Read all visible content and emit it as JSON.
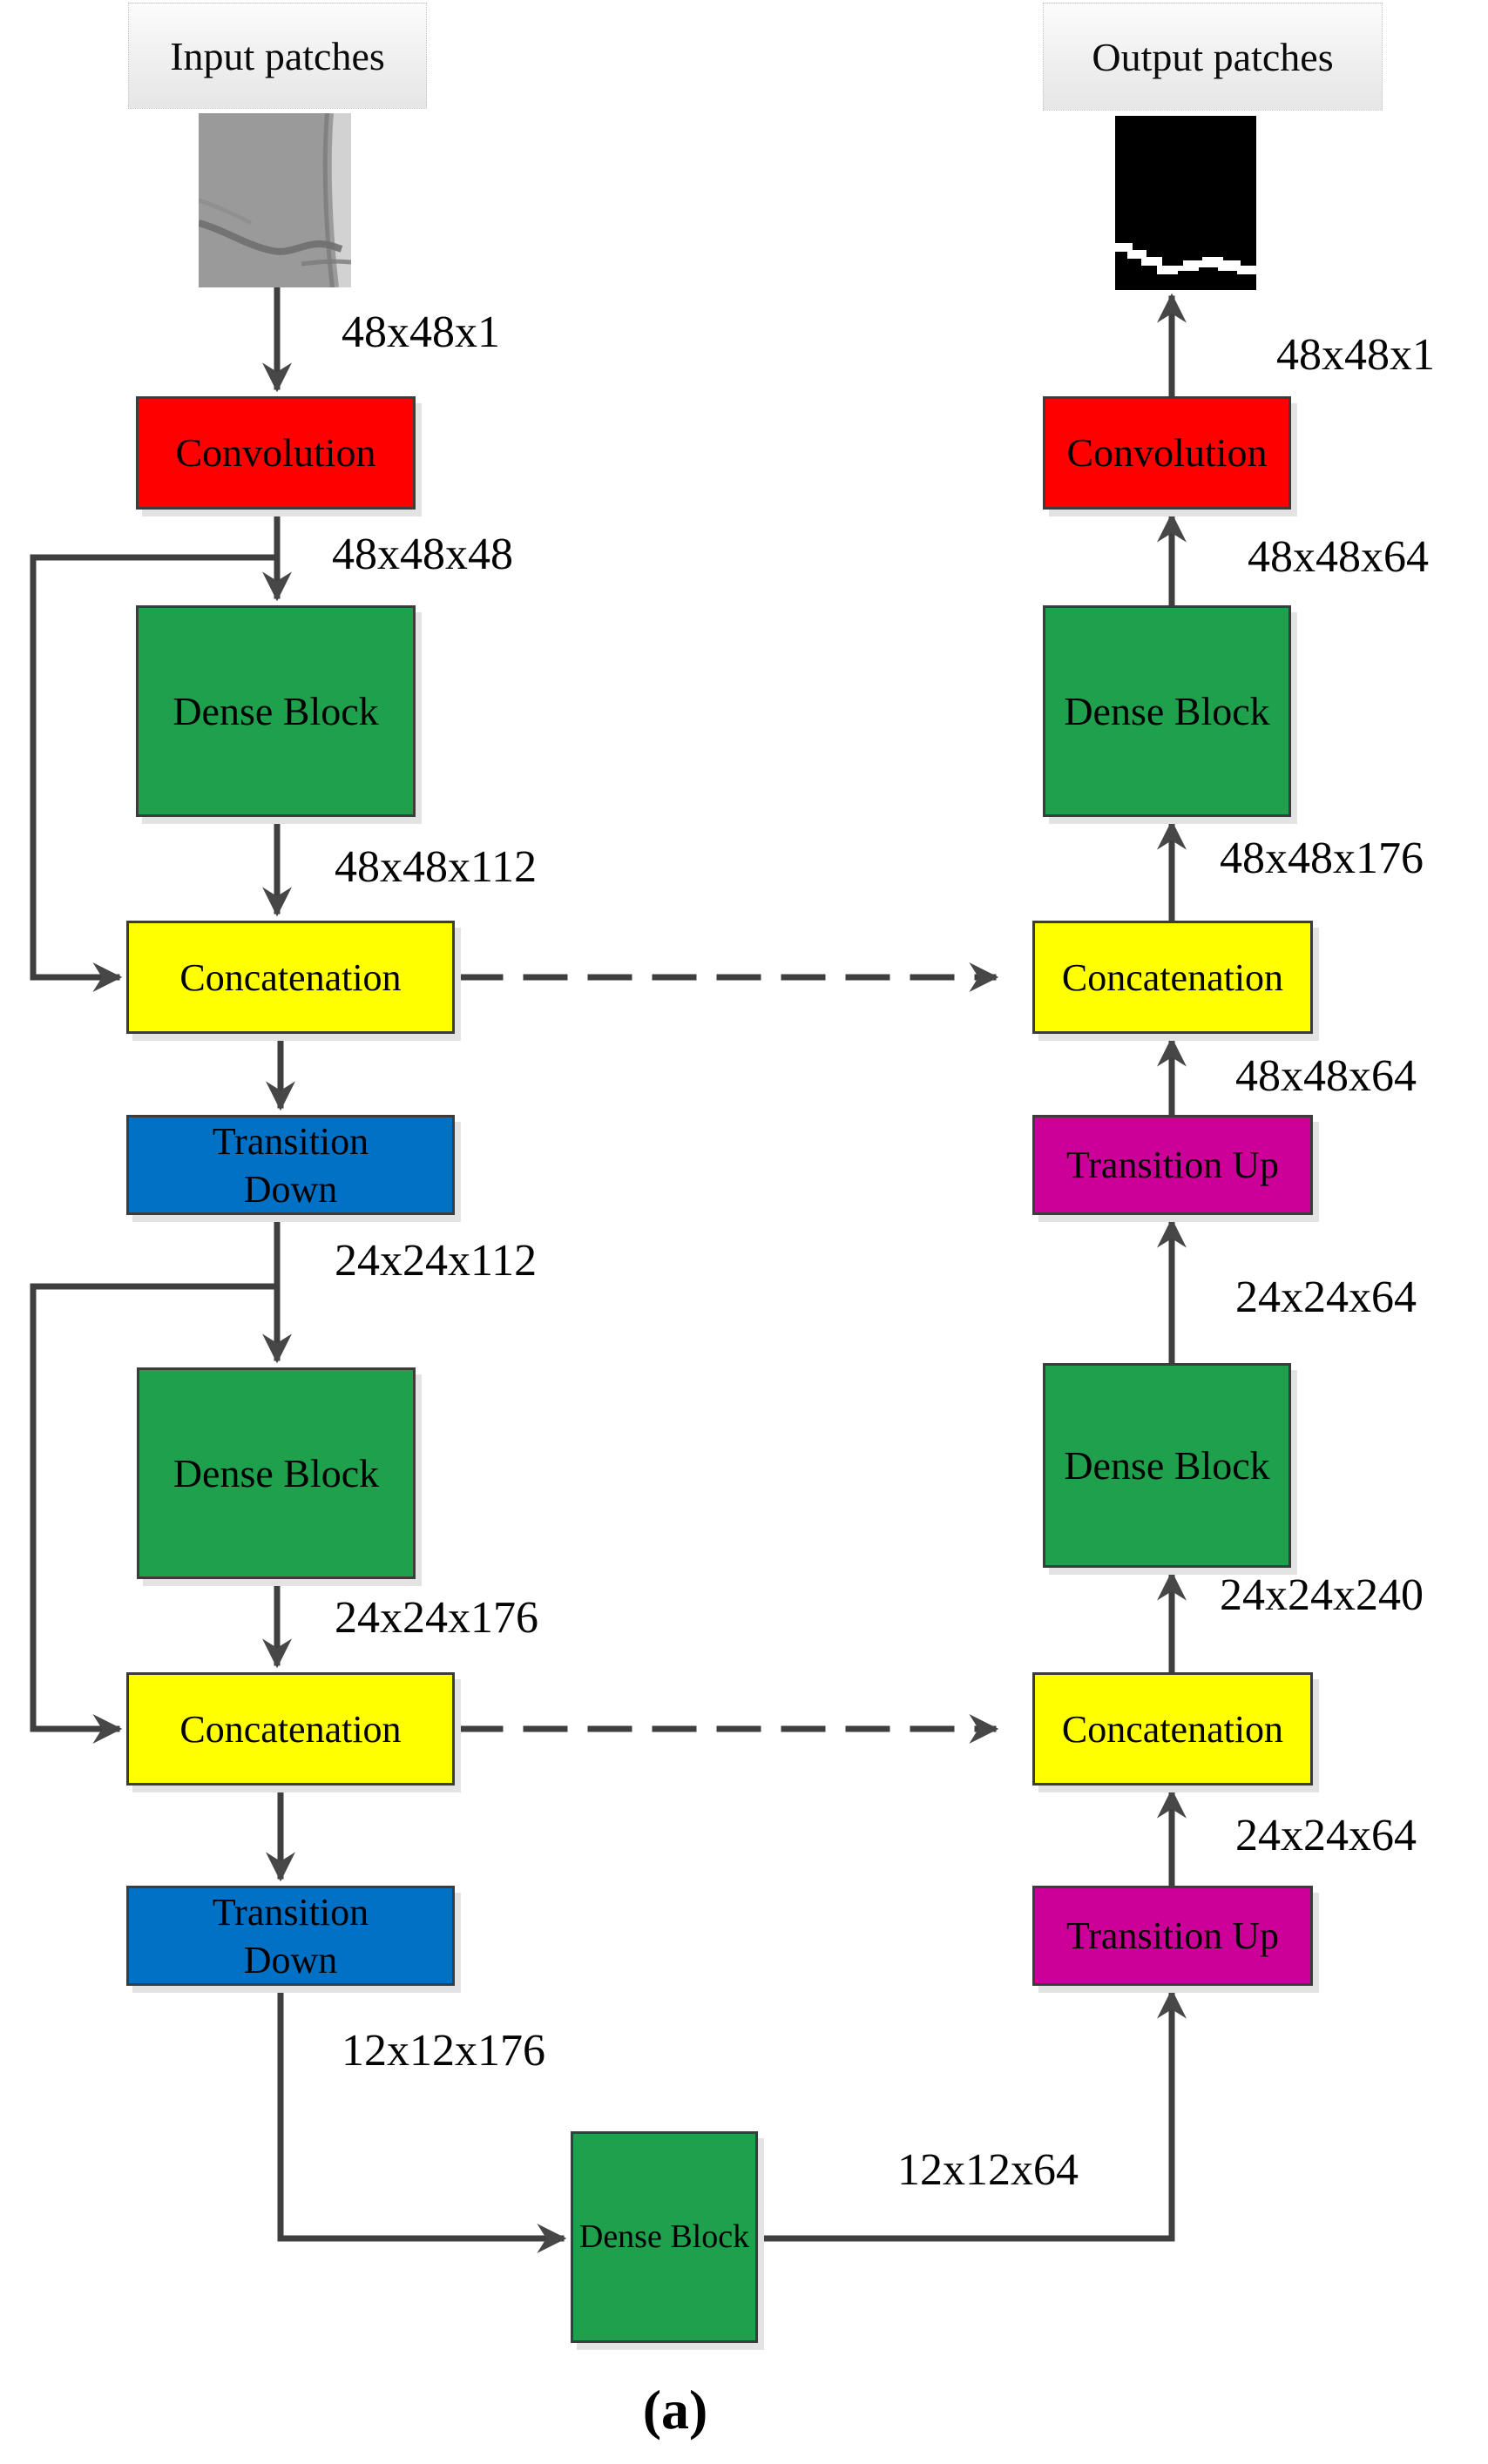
{
  "headers": {
    "input": "Input patches",
    "output": "Output patches"
  },
  "blocks": {
    "conv_left": "Convolution",
    "dense_left_1": "Dense Block",
    "concat_left_1": "Concatenation",
    "transition_down_1": "Transition\nDown",
    "dense_left_2": "Dense Block",
    "concat_left_2": "Concatenation",
    "transition_down_2": "Transition\nDown",
    "dense_bottleneck": "Dense Block",
    "conv_right": "Convolution",
    "dense_right_1": "Dense Block",
    "concat_right_1": "Concatenation",
    "transition_up_1": "Transition Up",
    "dense_right_2": "Dense Block",
    "concat_right_2": "Concatenation",
    "transition_up_2": "Transition Up"
  },
  "dims": {
    "left": [
      "48x48x1",
      "48x48x48",
      "48x48x112",
      "24x24x112",
      "24x24x176",
      "12x12x176"
    ],
    "bottom": [
      "12x12x64"
    ],
    "right": [
      "48x48x1",
      "48x48x64",
      "48x48x176",
      "48x48x64",
      "24x24x64",
      "24x24x240",
      "24x24x64"
    ]
  },
  "caption": "(a)",
  "colors": {
    "convolution": "#fe0000",
    "dense_block": "#1ea04d",
    "concatenation": "#ffff00",
    "transition_down": "#0071c5",
    "transition_up": "#cc0099",
    "connector": "#3f3f3f",
    "input_patch_base": "#9a9a9a",
    "output_patch_base": "#000000"
  }
}
